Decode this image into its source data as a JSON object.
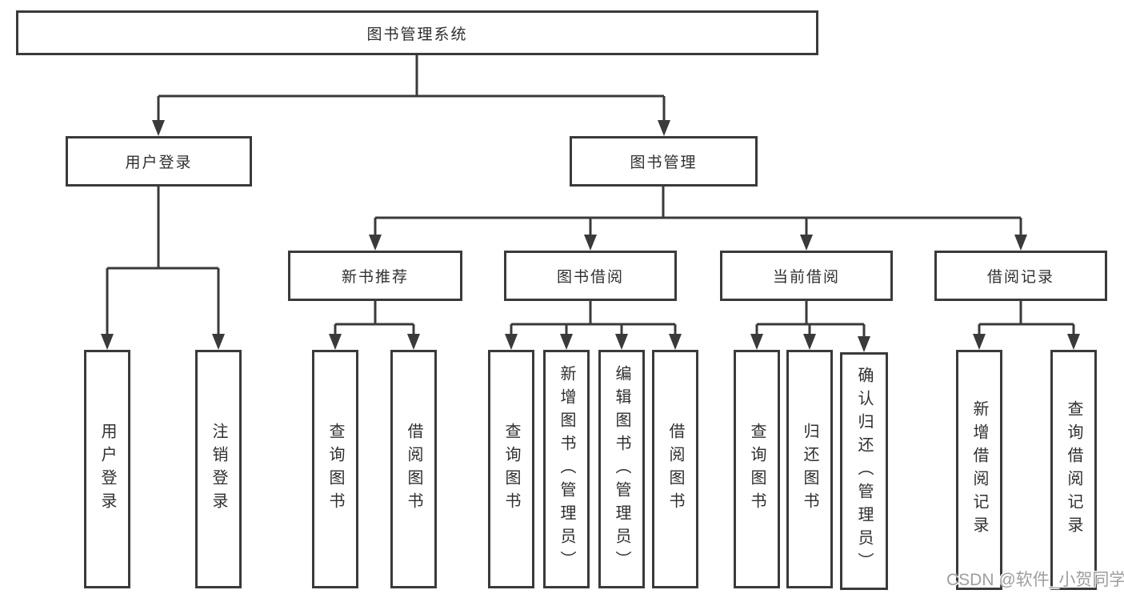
{
  "diagram": {
    "title": "图书管理系统",
    "level2": [
      {
        "label": "用户登录"
      },
      {
        "label": "图书管理"
      }
    ],
    "level3": [
      {
        "label": "新书推荐"
      },
      {
        "label": "图书借阅"
      },
      {
        "label": "当前借阅"
      },
      {
        "label": "借阅记录"
      }
    ],
    "leaves": [
      {
        "label": "用户登录"
      },
      {
        "label": "注销登录"
      },
      {
        "label": "查询图书"
      },
      {
        "label": "借阅图书"
      },
      {
        "label": "查询图书"
      },
      {
        "label": "新增图书（管理员）"
      },
      {
        "label": "编辑图书（管理员）"
      },
      {
        "label": "借阅图书"
      },
      {
        "label": "查询图书"
      },
      {
        "label": "归还图书"
      },
      {
        "label": "确认归还（管理员）"
      },
      {
        "label": "新增借阅记录"
      },
      {
        "label": "查询借阅记录"
      }
    ]
  },
  "watermark": {
    "text": "CSDN @软件_小贺同学"
  },
  "colors": {
    "line": "#3a3a3a",
    "box_border": "#3a3a3a",
    "text": "#2f2f2f",
    "watermark": "#9e9e9e",
    "background": "#ffffff"
  }
}
